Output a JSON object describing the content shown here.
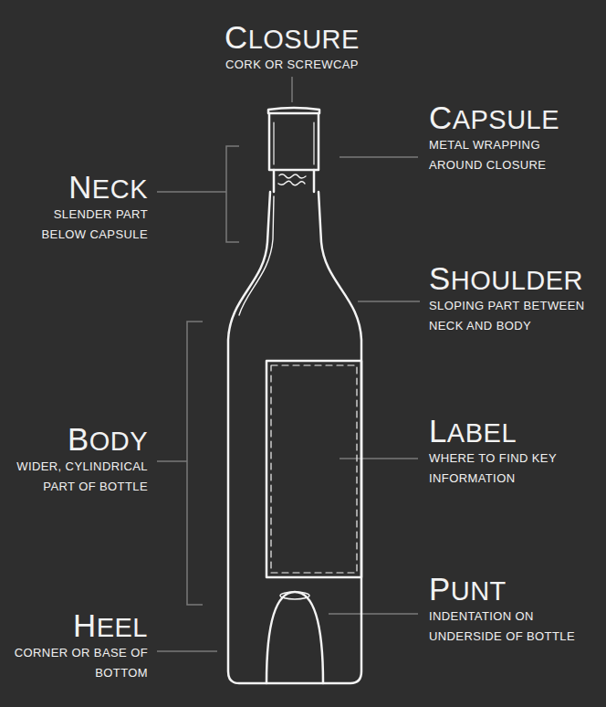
{
  "diagram": {
    "labels": [
      "CLOSURE",
      "CORK OR SCREWCAP",
      "CAPSULE",
      "METAL WRAPPING AROUND CLOSURE",
      "NECK",
      "SLENDER PART BELOW CAPSULE",
      "SHOULDER",
      "SLOPING PART BETWEEN NECK AND BODY",
      "BODY",
      "WIDER, CYLINDRICAL PART OF BOTTLE",
      "LABEL",
      "WHERE TO FIND KEY INFORMATION",
      "HEEL",
      "CORNER OR BASE OF BOTTOM",
      "PUNT",
      "INDENTATION ON UNDERSIDE OF BOTTLE"
    ]
  }
}
